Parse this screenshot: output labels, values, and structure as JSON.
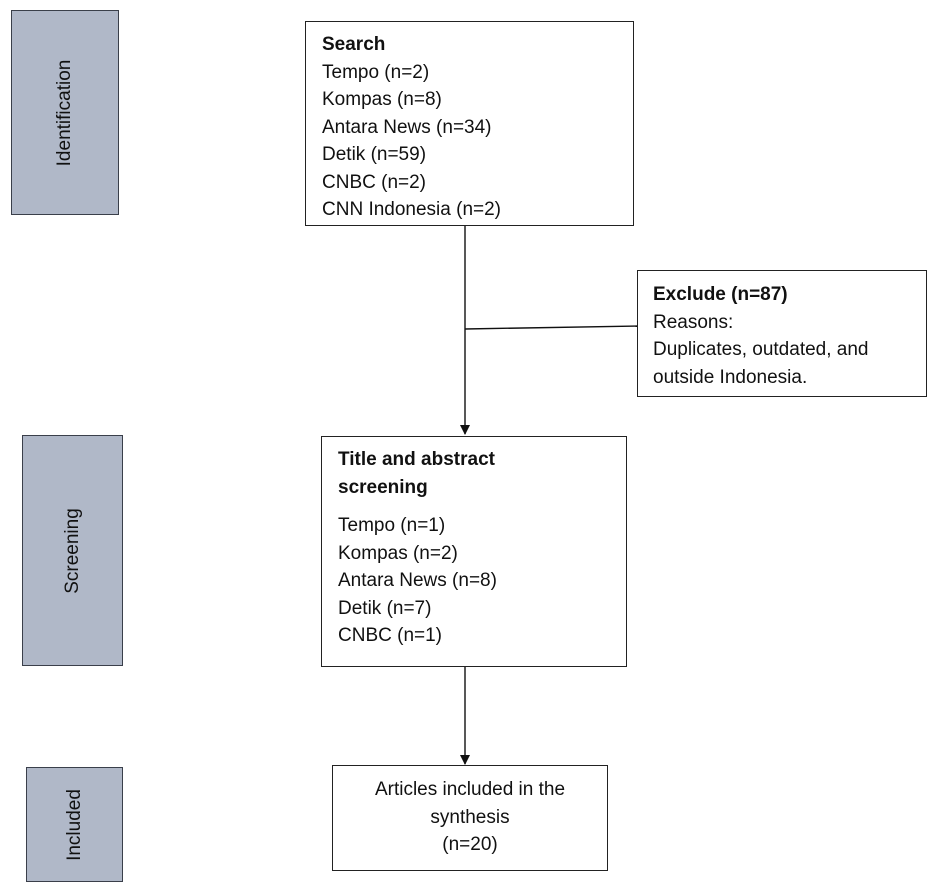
{
  "stages": {
    "identification": "Identification",
    "screening": "Screening",
    "included": "Included"
  },
  "search_box": {
    "title": "Search",
    "items": [
      "Tempo (n=2)",
      "Kompas (n=8)",
      "Antara News (n=34)",
      "Detik (n=59)",
      "CNBC (n=2)",
      "CNN Indonesia (n=2)"
    ]
  },
  "exclude_box": {
    "title": "Exclude (n=87)",
    "lines": [
      "Reasons:",
      "Duplicates, outdated, and",
      "outside Indonesia."
    ]
  },
  "screening_box": {
    "title_lines": [
      "Title and abstract",
      "screening"
    ],
    "items": [
      "Tempo (n=1)",
      "Kompas (n=2)",
      "Antara News (n=8)",
      "Detik (n=7)",
      "CNBC (n=1)"
    ]
  },
  "included_box": {
    "lines": [
      "Articles included in the",
      "synthesis",
      "(n=20)"
    ]
  }
}
